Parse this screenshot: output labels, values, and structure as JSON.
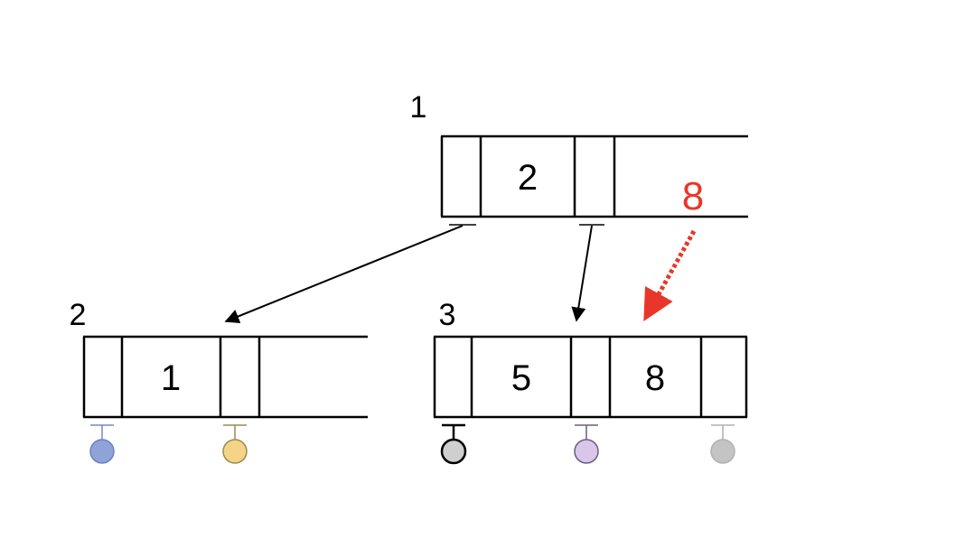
{
  "nodes": [
    {
      "label": "1",
      "keys": [
        "2"
      ]
    },
    {
      "label": "2",
      "keys": [
        "1"
      ]
    },
    {
      "label": "3",
      "keys": [
        "5",
        "8"
      ]
    }
  ],
  "insert": {
    "value": "8",
    "color": "#e8372a"
  },
  "pointer_colors": {
    "leaf_blue": "#8fa3d9",
    "leaf_yellow": "#f5d487",
    "leaf_dark_gray": "#cfcfcf",
    "leaf_purple": "#d9c7ea",
    "leaf_light_gray": "#c4c4c4"
  }
}
